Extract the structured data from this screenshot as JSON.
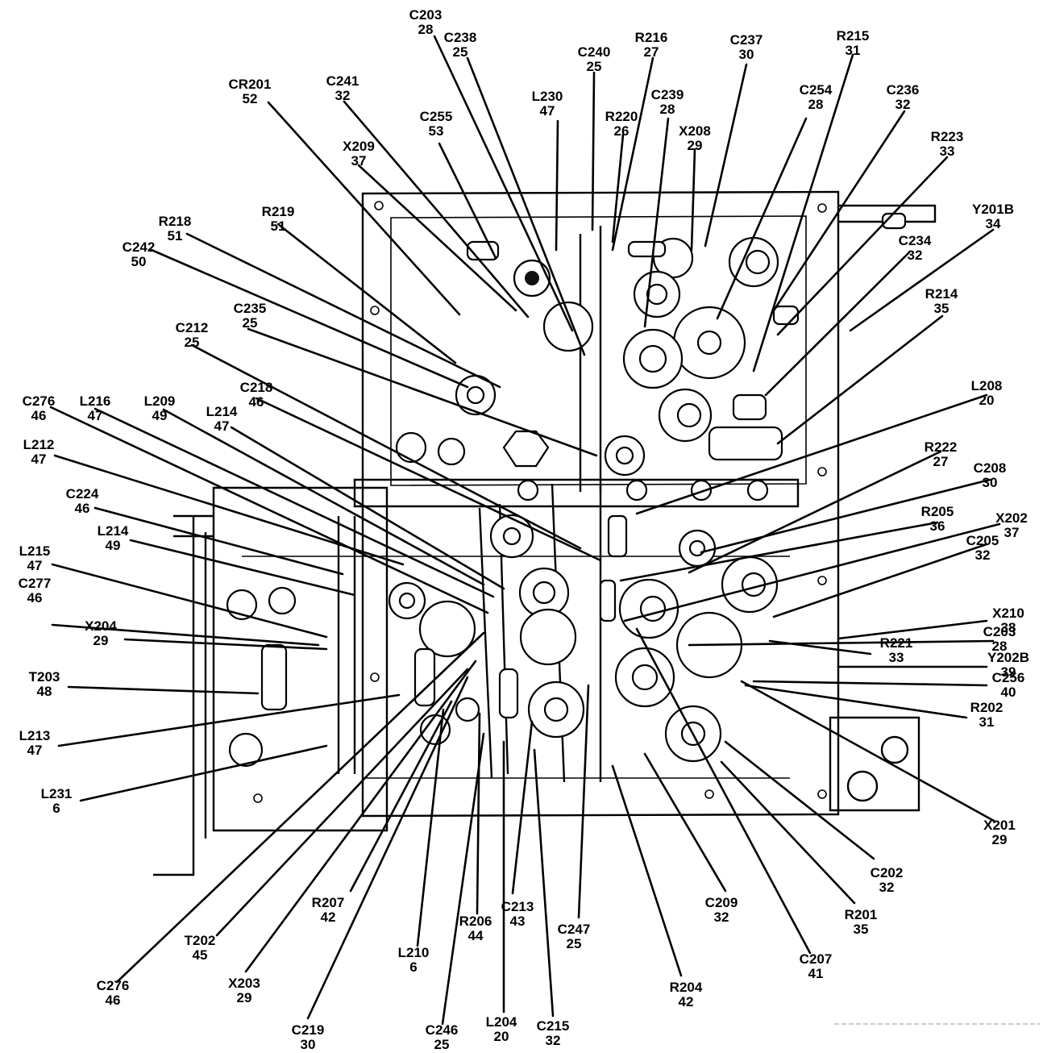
{
  "callouts": [
    {
      "id": "c-cr201",
      "ref": "CR201",
      "fig": "52"
    },
    {
      "id": "c-c241",
      "ref": "C241",
      "fig": "32"
    },
    {
      "id": "c-c203-t",
      "ref": "C203",
      "fig": "28"
    },
    {
      "id": "c-c238",
      "ref": "C238",
      "fig": "25"
    },
    {
      "id": "c-c240",
      "ref": "C240",
      "fig": "25"
    },
    {
      "id": "c-r216",
      "ref": "R216",
      "fig": "27"
    },
    {
      "id": "c-c237",
      "ref": "C237",
      "fig": "30"
    },
    {
      "id": "c-r215",
      "ref": "R215",
      "fig": "31"
    },
    {
      "id": "c-l230",
      "ref": "L230",
      "fig": "47"
    },
    {
      "id": "c-c239",
      "ref": "C239",
      "fig": "28"
    },
    {
      "id": "c-c254",
      "ref": "C254",
      "fig": "28"
    },
    {
      "id": "c-c236",
      "ref": "C236",
      "fig": "32"
    },
    {
      "id": "c-c255",
      "ref": "C255",
      "fig": "53"
    },
    {
      "id": "c-r220",
      "ref": "R220",
      "fig": "26"
    },
    {
      "id": "c-x208",
      "ref": "X208",
      "fig": "29"
    },
    {
      "id": "c-r223",
      "ref": "R223",
      "fig": "33"
    },
    {
      "id": "c-x209",
      "ref": "X209",
      "fig": "37"
    },
    {
      "id": "c-y201b",
      "ref": "Y201B",
      "fig": "34"
    },
    {
      "id": "c-r218",
      "ref": "R218",
      "fig": "51"
    },
    {
      "id": "c-r219",
      "ref": "R219",
      "fig": "51"
    },
    {
      "id": "c-c234",
      "ref": "C234",
      "fig": "32"
    },
    {
      "id": "c-c242",
      "ref": "C242",
      "fig": "50"
    },
    {
      "id": "c-r214",
      "ref": "R214",
      "fig": "35"
    },
    {
      "id": "c-c235",
      "ref": "C235",
      "fig": "25"
    },
    {
      "id": "c-c212",
      "ref": "C212",
      "fig": "25"
    },
    {
      "id": "c-l208",
      "ref": "L208",
      "fig": "20"
    },
    {
      "id": "c-c218",
      "ref": "C218",
      "fig": "46"
    },
    {
      "id": "c-c276-t",
      "ref": "C276",
      "fig": "46"
    },
    {
      "id": "c-l216",
      "ref": "L216",
      "fig": "47"
    },
    {
      "id": "c-l209",
      "ref": "L209",
      "fig": "49"
    },
    {
      "id": "c-l214-t",
      "ref": "L214",
      "fig": "47"
    },
    {
      "id": "c-r222",
      "ref": "R222",
      "fig": "27"
    },
    {
      "id": "c-c208",
      "ref": "C208",
      "fig": "30"
    },
    {
      "id": "c-l212",
      "ref": "L212",
      "fig": "47"
    },
    {
      "id": "c-r205",
      "ref": "R205",
      "fig": "36"
    },
    {
      "id": "c-x202",
      "ref": "X202",
      "fig": "37"
    },
    {
      "id": "c-c224",
      "ref": "C224",
      "fig": "46"
    },
    {
      "id": "c-c205",
      "ref": "C205",
      "fig": "32"
    },
    {
      "id": "c-l214-m",
      "ref": "L214",
      "fig": "49"
    },
    {
      "id": "c-l215",
      "ref": "L215",
      "fig": "47"
    },
    {
      "id": "c-c203-r",
      "ref": "C203",
      "fig": "28"
    },
    {
      "id": "c-c277",
      "ref": "C277",
      "fig": "46"
    },
    {
      "id": "c-x210",
      "ref": "X210",
      "fig": "38"
    },
    {
      "id": "c-r221",
      "ref": "R221",
      "fig": "33"
    },
    {
      "id": "c-x204",
      "ref": "X204",
      "fig": "29"
    },
    {
      "id": "c-y202b",
      "ref": "Y202B",
      "fig": "39"
    },
    {
      "id": "c-c256",
      "ref": "C256",
      "fig": "40"
    },
    {
      "id": "c-t203",
      "ref": "T203",
      "fig": "48"
    },
    {
      "id": "c-r202",
      "ref": "R202",
      "fig": "31"
    },
    {
      "id": "c-l213",
      "ref": "L213",
      "fig": "47"
    },
    {
      "id": "c-l231",
      "ref": "L231",
      "fig": "6"
    },
    {
      "id": "c-x201",
      "ref": "X201",
      "fig": "29"
    },
    {
      "id": "c-c202",
      "ref": "C202",
      "fig": "32"
    },
    {
      "id": "c-r207",
      "ref": "R207",
      "fig": "42"
    },
    {
      "id": "c-c213",
      "ref": "C213",
      "fig": "43"
    },
    {
      "id": "c-c209",
      "ref": "C209",
      "fig": "32"
    },
    {
      "id": "c-r201",
      "ref": "R201",
      "fig": "35"
    },
    {
      "id": "c-r206",
      "ref": "R206",
      "fig": "44"
    },
    {
      "id": "c-c247",
      "ref": "C247",
      "fig": "25"
    },
    {
      "id": "c-t202",
      "ref": "T202",
      "fig": "45"
    },
    {
      "id": "c-l210",
      "ref": "L210",
      "fig": "6"
    },
    {
      "id": "c-c207",
      "ref": "C207",
      "fig": "41"
    },
    {
      "id": "c-c276-b",
      "ref": "C276",
      "fig": "46"
    },
    {
      "id": "c-x203",
      "ref": "X203",
      "fig": "29"
    },
    {
      "id": "c-r204",
      "ref": "R204",
      "fig": "42"
    },
    {
      "id": "c-l204",
      "ref": "L204",
      "fig": "20"
    },
    {
      "id": "c-c215",
      "ref": "C215",
      "fig": "32"
    },
    {
      "id": "c-c219",
      "ref": "C219",
      "fig": "30"
    },
    {
      "id": "c-c246",
      "ref": "C246",
      "fig": "25"
    }
  ]
}
